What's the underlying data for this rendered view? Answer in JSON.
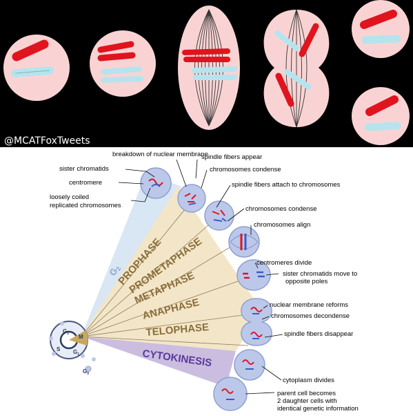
{
  "handle": "@MCATFoxTweets",
  "phases": {
    "g2": "G",
    "g2_sub": "2",
    "prophase": "PROPHASE",
    "prometaphase": "PROMETAPHASE",
    "metaphase": "METAPHASE",
    "anaphase": "ANAPHASE",
    "telophase": "TELOPHASE",
    "cytokinesis": "CYTOKINESIS"
  },
  "cycle": {
    "g2": "G",
    "g2_sub": "2",
    "m": "M",
    "s": "S",
    "g1": "G",
    "g1_sub": "1",
    "g0": "G",
    "g0_sub": "0"
  },
  "labels": {
    "breakdown": "breakdown of nuclear membrane",
    "sister_chromatids": "sister chromatids",
    "centromere": "centromere",
    "loosely_1": "loosely coiled",
    "loosely_2": "replicated chromosomes",
    "spindle_appear": "spindle fibers appear",
    "condense_1": "chromosomes condense",
    "spindle_attach": "spindle fibers attach to chromosomes",
    "condense_2": "chromosomes condense",
    "align": "chromosomes align",
    "centromeres_divide": "centromeres divide",
    "sister_move_1": "sister chromatids move to",
    "sister_move_2": "opposite poles",
    "membrane_reforms": "nuclear membrane reforms",
    "decondense": "chromosomes decondense",
    "spindle_disappear": "spindle fibers disappear",
    "cytoplasm_divides": "cytoplasm divides",
    "parent_1": "parent cell becomes",
    "parent_2": "2 daughter cells with",
    "parent_3": "identical genetic information"
  },
  "colors": {
    "top_background": "#000000",
    "cell_fill": "#f9d3d3",
    "chromosome_red": "#e0141e",
    "chromosome_blue": "#b6e4ee",
    "phase_wedge": "#f3e6c8",
    "phase_text": "#8b6d3c",
    "g2_wedge": "#d9e6f3",
    "cytokinesis_wedge": "#cbbde0",
    "cytokinesis_text": "#5a3a9a",
    "cell_blue": "#bcc8ea"
  }
}
